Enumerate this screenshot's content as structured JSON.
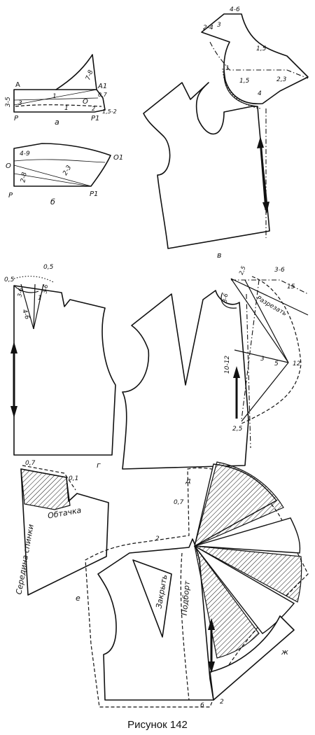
{
  "caption": "Рисунок 142",
  "panels": {
    "a": {
      "letter": "а",
      "labels": [
        "А",
        "А1",
        "Р",
        "Р1",
        "О",
        "3-5",
        "3",
        "1",
        "1",
        "7-8",
        "0,7",
        "1,5-2",
        "2"
      ]
    },
    "b": {
      "letter": "б",
      "labels": [
        "О",
        "О1",
        "Р",
        "Р1",
        "4-9",
        "2-8",
        "2-3"
      ]
    },
    "v": {
      "letter": "в",
      "labels": [
        "4-6",
        "2-4",
        "3",
        "1,5",
        "1",
        "1,5",
        "4",
        "2,3"
      ]
    },
    "g": {
      "letter": "г",
      "labels": [
        "0,5",
        "0,5",
        "3-6",
        "3-6",
        "4-6",
        "1"
      ]
    },
    "d": {
      "letter": "д",
      "labels": [
        "2,5",
        "3-6",
        "3-6",
        "15",
        "Разрезать",
        "10-12",
        "3",
        "5",
        "12",
        "2,5"
      ]
    },
    "e": {
      "letter": "е",
      "labels": [
        "0,7",
        "0,1",
        "Обтачка",
        "Середина спинки"
      ]
    },
    "zh": {
      "letter": "ж",
      "labels": [
        "0,7",
        "2",
        "Закрыть",
        "Подборт",
        "6",
        "2"
      ]
    }
  }
}
